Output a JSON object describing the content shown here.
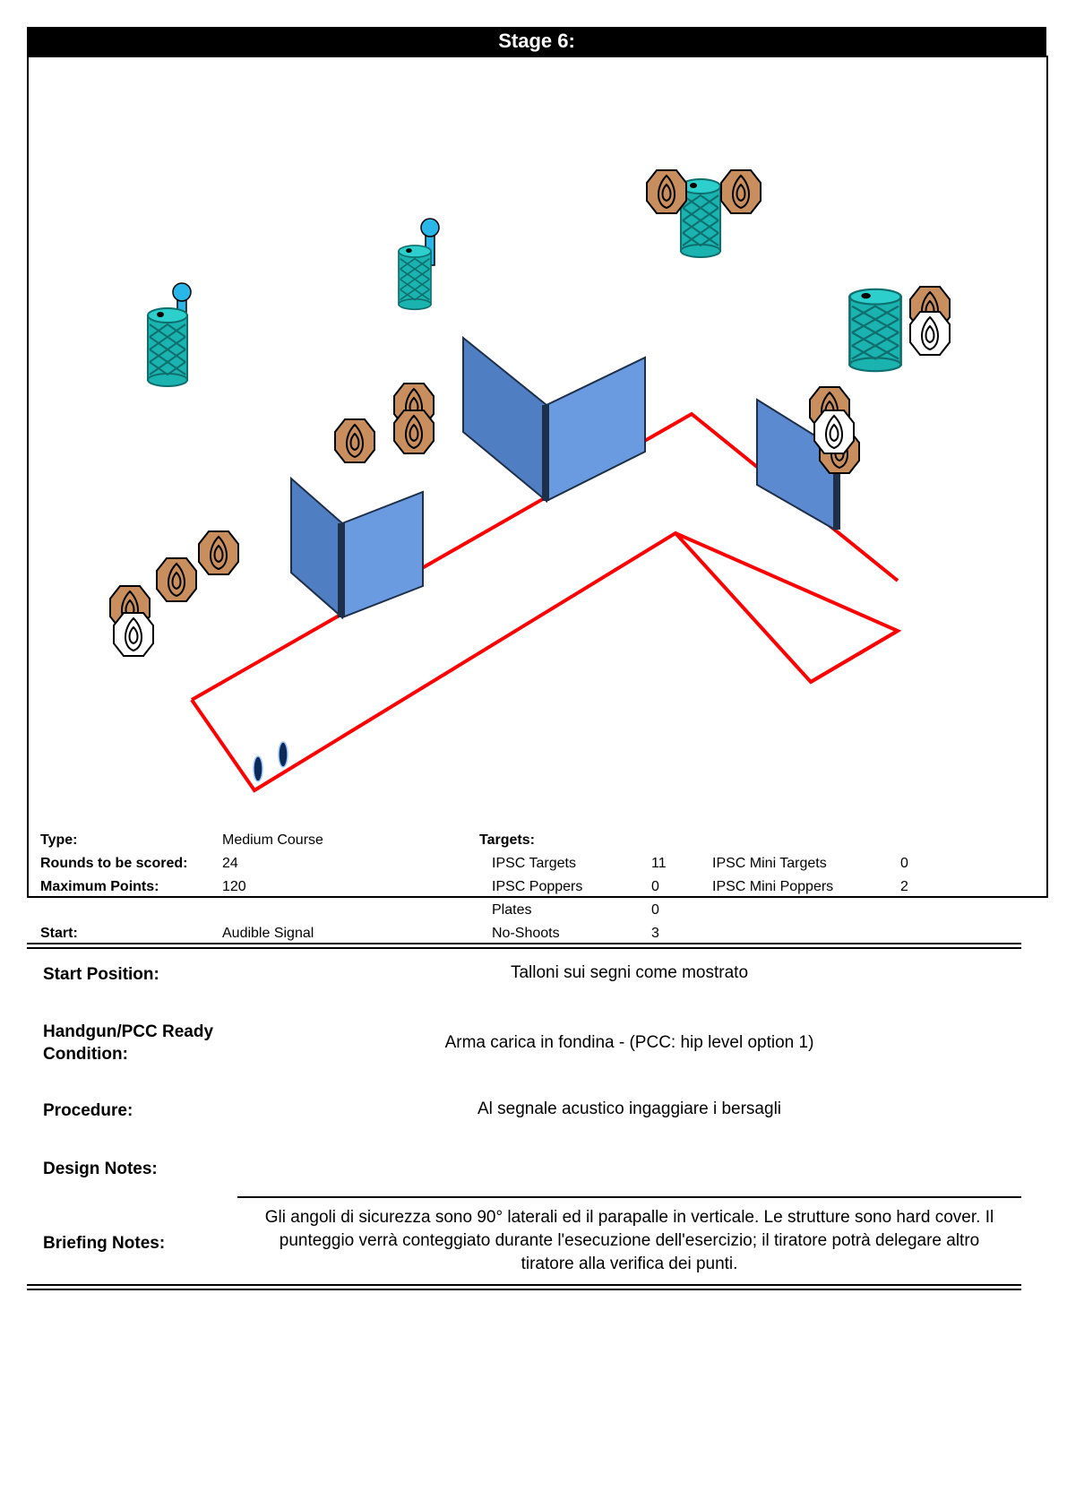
{
  "header": {
    "title": "Stage 6:"
  },
  "colors": {
    "wall": "#5b8ad0",
    "barrel": "#1ab3b0",
    "target": "#c98e5d",
    "fault_line": "#ff0000",
    "popper": "#29b6e8"
  },
  "icons": {
    "barrel": "barrel-icon",
    "popper": "popper-icon",
    "target": "ipsc-target-icon",
    "no_shoot": "no-shoot-icon",
    "wall": "wall-icon",
    "start_mark": "heel-mark-icon"
  },
  "stage": {
    "type_label": "Type:",
    "type_value": "Medium Course",
    "rounds_label": "Rounds to be scored:",
    "rounds_value": "24",
    "points_label": "Maximum Points:",
    "points_value": "120",
    "start_label": "Start:",
    "start_value": "Audible Signal",
    "targets_label": "Targets:",
    "targets": [
      {
        "label": "IPSC Targets",
        "value": "11"
      },
      {
        "label": "IPSC Poppers",
        "value": "0"
      },
      {
        "label": "Plates",
        "value": "0"
      },
      {
        "label": "No-Shoots",
        "value": "3"
      }
    ],
    "mini": [
      {
        "label": "IPSC Mini Targets",
        "value": "0"
      },
      {
        "label": "IPSC Mini Poppers",
        "value": "2"
      }
    ]
  },
  "briefing": {
    "start_position_label": "Start Position:",
    "start_position_value": "Talloni sui segni come mostrato",
    "ready_label_1": "Handgun/PCC Ready",
    "ready_label_2": "Condition:",
    "ready_value": "Arma carica in fondina - (PCC: hip level option 1)",
    "procedure_label": "Procedure:",
    "procedure_value": "Al segnale acustico ingaggiare i bersagli",
    "design_label": "Design Notes:",
    "design_value": "",
    "notes_label": "Briefing Notes:",
    "notes_line_1": "Gli angoli di sicurezza sono 90° laterali ed il parapalle in verticale. Le strutture sono hard cover. Il",
    "notes_line_2": "punteggio verrà conteggiato durante l'esecuzione dell'esercizio; il tiratore potrà delegare altro",
    "notes_line_3": "tiratore alla verifica  dei punti."
  }
}
